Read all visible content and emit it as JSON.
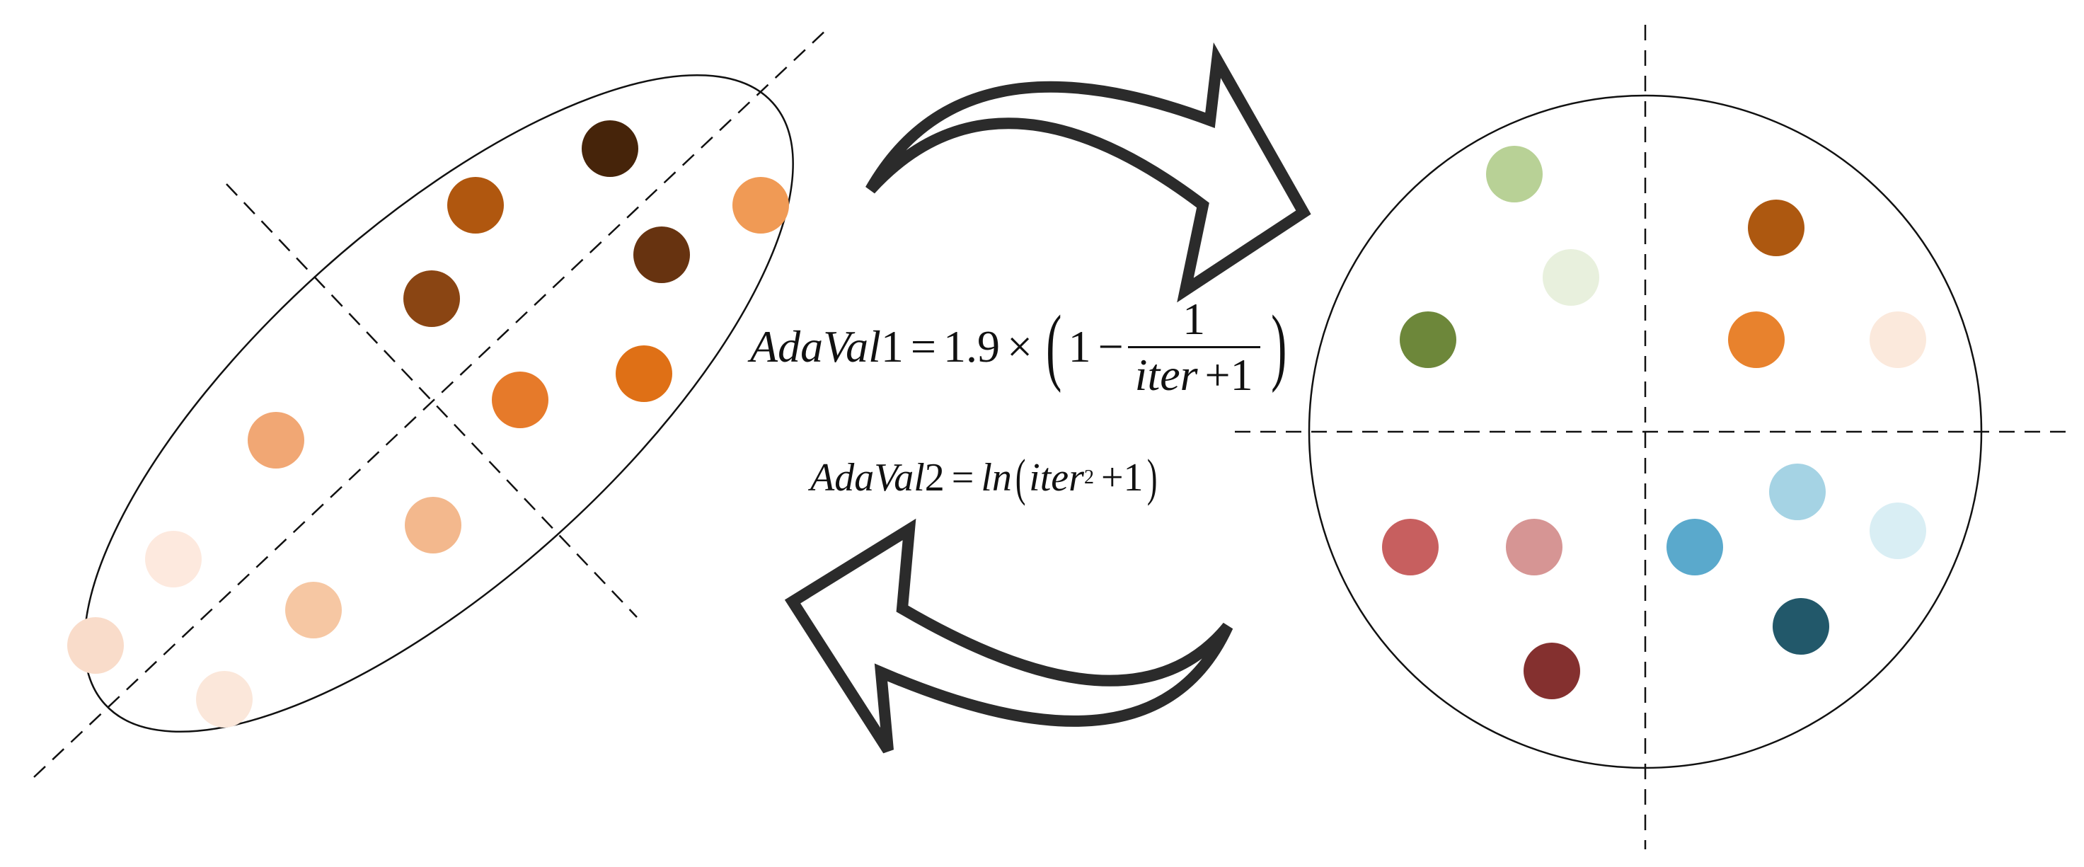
{
  "formulas": {
    "eq1": {
      "lhs_var": "AdaVal",
      "lhs_index": "1",
      "equals": "=",
      "coef": "1.9",
      "times": "×",
      "one": "1",
      "minus": "−",
      "num": "1",
      "den_var": "iter",
      "den_plus": "+",
      "den_one": "1"
    },
    "eq2": {
      "lhs_var": "AdaVal",
      "lhs_index": "2",
      "equals": "=",
      "fn": "ln",
      "var": "iter",
      "exp": "2",
      "plus": "+",
      "one": "1"
    }
  },
  "colors": {
    "outline": "#111111",
    "arrow": "#2b2b2b",
    "left_points": [
      "#46240a",
      "#b0570f",
      "#f09a55",
      "#673310",
      "#8a4513",
      "#e67a2a",
      "#df7016",
      "#f1a774",
      "#f3b88d",
      "#fde9de",
      "#f6c7a3",
      "#f9dcca",
      "#fbe7da"
    ],
    "right_points": [
      "#b8d196",
      "#e8f0dd",
      "#6d873a",
      "#ad5810",
      "#e8822d",
      "#fbe9dc",
      "#a5d3e4",
      "#d9eef4",
      "#5aa9cc",
      "#c75f5f",
      "#d69594",
      "#22586a",
      "#84302f"
    ]
  }
}
